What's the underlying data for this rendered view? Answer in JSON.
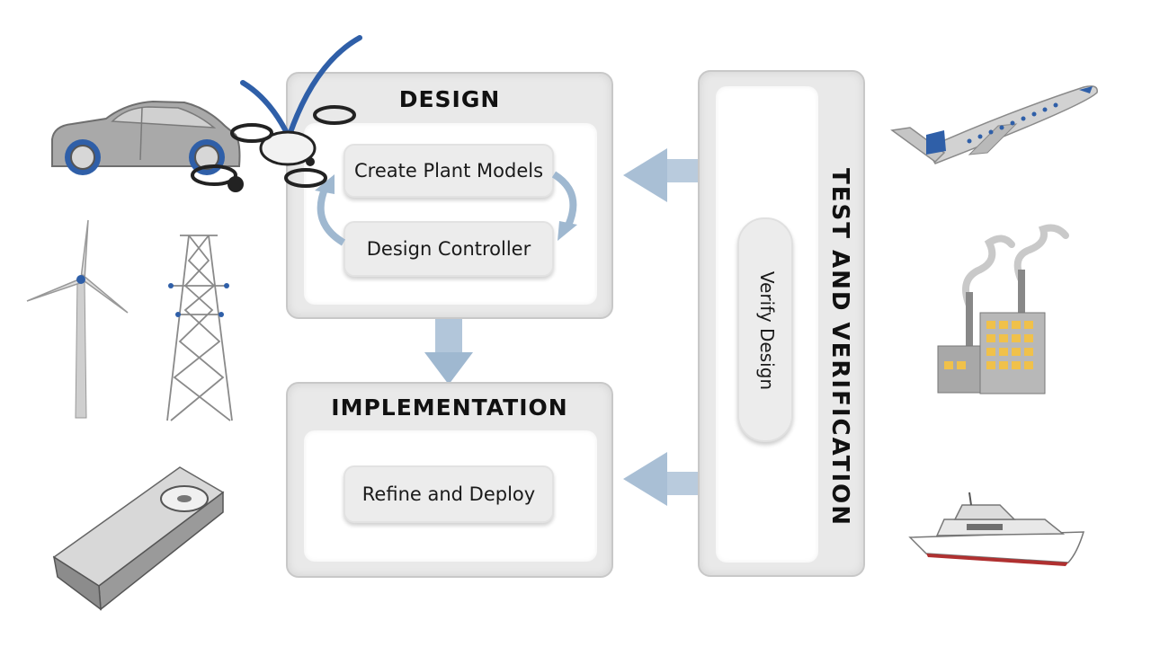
{
  "design": {
    "title": "DESIGN",
    "steps": [
      "Create Plant Models",
      "Design Controller"
    ]
  },
  "implementation": {
    "title": "IMPLEMENTATION",
    "steps": [
      "Refine and Deploy"
    ]
  },
  "test": {
    "title": "TEST AND VERIFICATION",
    "verify_label": "Verify Design"
  },
  "colors": {
    "arrow": "#b6c9dc",
    "panel": "#e9e9e9",
    "accent_blue": "#2f5fa8"
  },
  "icons": [
    "car-icon",
    "drone-icon",
    "wind-turbine-icon",
    "power-tower-icon",
    "graphics-card-icon",
    "airplane-icon",
    "factory-icon",
    "boat-icon"
  ]
}
